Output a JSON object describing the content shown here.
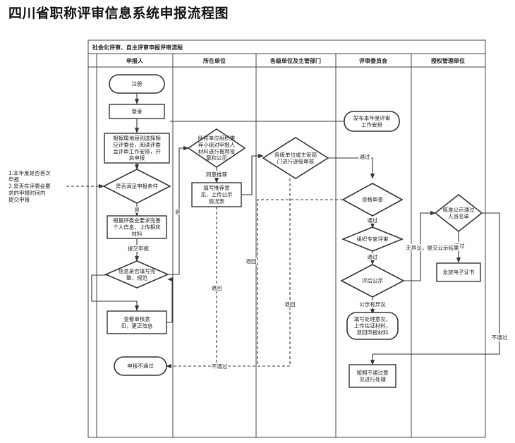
{
  "title": "四川省职称评审信息系统申报流程图",
  "frame_title": "社会化评审、自主评审申报评审流程",
  "lanes": [
    {
      "id": "applicant",
      "label": "申报人"
    },
    {
      "id": "unit",
      "label": "所在单位"
    },
    {
      "id": "dept",
      "label": "各级单位及主管部门"
    },
    {
      "id": "committee",
      "label": "评审委员会"
    },
    {
      "id": "authority",
      "label": "授权管理单位"
    }
  ],
  "nodes": [
    {
      "id": "register",
      "shape": "terminal",
      "lines": [
        "注册"
      ]
    },
    {
      "id": "login",
      "shape": "process",
      "lines": [
        "登录"
      ]
    },
    {
      "id": "select",
      "shape": "process",
      "lines": [
        "根据属地原则选择相",
        "应评委会，阅读评委",
        "会评审工作安排，开",
        "启申报"
      ]
    },
    {
      "id": "check_cond",
      "shape": "decision",
      "lines": [
        "是否满足申报条件"
      ]
    },
    {
      "id": "fill_info",
      "shape": "process",
      "lines": [
        "根据评委会要求完善",
        "个人信息，上传相应",
        "材料"
      ]
    },
    {
      "id": "check_complete",
      "shape": "decision",
      "lines": [
        "信息是否填写完",
        "整，规范"
      ]
    },
    {
      "id": "view_opinion",
      "shape": "process",
      "lines": [
        "查看审核意",
        "见，更正信息"
      ]
    },
    {
      "id": "fail_end",
      "shape": "terminal",
      "lines": [
        "申报不通过"
      ]
    },
    {
      "id": "unit_review",
      "shape": "decision",
      "lines": [
        "所在单位组织推",
        "荐小组对申报人",
        "材料进行推荐投",
        "票和公示"
      ]
    },
    {
      "id": "unit_upload",
      "shape": "process",
      "lines": [
        "填写推荐意",
        "见，上传公示",
        "情况表"
      ]
    },
    {
      "id": "dept_review",
      "shape": "decision",
      "lines": [
        "各级单位或主管部",
        "门进行逐级审核"
      ]
    },
    {
      "id": "publish",
      "shape": "terminal",
      "lines": [
        "发布本年度评审",
        "工作安排"
      ]
    },
    {
      "id": "qualify",
      "shape": "decision",
      "lines": [
        "资格审查"
      ]
    },
    {
      "id": "expert",
      "shape": "decision",
      "lines": [
        "组织专家评审"
      ]
    },
    {
      "id": "post_publicity",
      "shape": "decision",
      "lines": [
        "评后公示"
      ]
    },
    {
      "id": "handle_dispute",
      "shape": "terminal",
      "lines": [
        "填写处理意见，",
        "上传佐证材料，",
        "退回申报材料"
      ]
    },
    {
      "id": "handle_fail",
      "shape": "process",
      "lines": [
        "按照不通过意",
        "见进行处理"
      ]
    },
    {
      "id": "approve_list",
      "shape": "decision",
      "lines": [
        "核准公示通过",
        "人员名单"
      ]
    },
    {
      "id": "issue_cert",
      "shape": "process",
      "lines": [
        "发放电子证书"
      ]
    },
    {
      "id": "note",
      "shape": "note",
      "lines": [
        "1.本年度是否首次",
        "申报",
        "2.是否在评委会要",
        "求的申报时间内",
        "提交申报"
      ]
    }
  ],
  "edge_labels": {
    "yes1": "是",
    "submit": "提交申报",
    "yes2": "是",
    "agree": "同意推荐",
    "pass1": "通过",
    "pass2": "通过",
    "pass3": "通过",
    "pass4": "通过",
    "no_dispute": "无异议，提交公示结果",
    "dispute": "公示有异议",
    "return1": "退回",
    "return2": "退回",
    "return3": "退回",
    "fail1": "不通过",
    "fail2": "不通过"
  }
}
